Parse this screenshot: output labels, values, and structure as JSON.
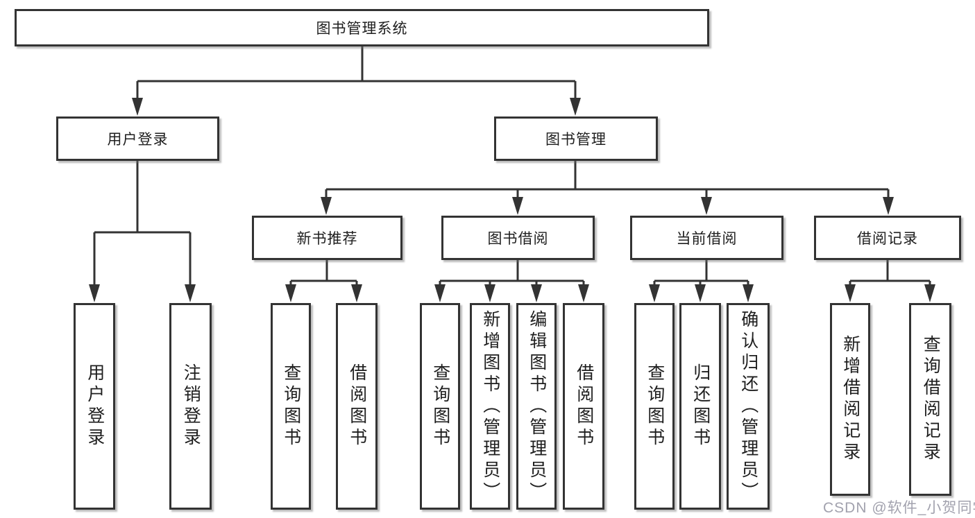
{
  "diagram": {
    "root": "图书管理系统",
    "level2": {
      "user_login": "用户登录",
      "book_mgmt": "图书管理"
    },
    "level3": {
      "new_books": "新书推荐",
      "book_borrow": "图书借阅",
      "current_borrow": "当前借阅",
      "borrow_records": "借阅记录"
    },
    "leaves": {
      "user": [
        "用户登录",
        "注销登录"
      ],
      "new_books": [
        "查询图书",
        "借阅图书"
      ],
      "book_borrow": [
        "查询图书",
        "新增图书（管理员）",
        "编辑图书（管理员）",
        "借阅图书"
      ],
      "current_borrow": [
        "查询图书",
        "归还图书",
        "确认归还（管理员）"
      ],
      "borrow_records": [
        "新增借阅记录",
        "查询借阅记录"
      ]
    },
    "colors": {
      "line": "#333333",
      "text": "#1e1e1e",
      "watermark": "#a2a2ae"
    },
    "watermark": "CSDN @软件_小贺同学"
  }
}
